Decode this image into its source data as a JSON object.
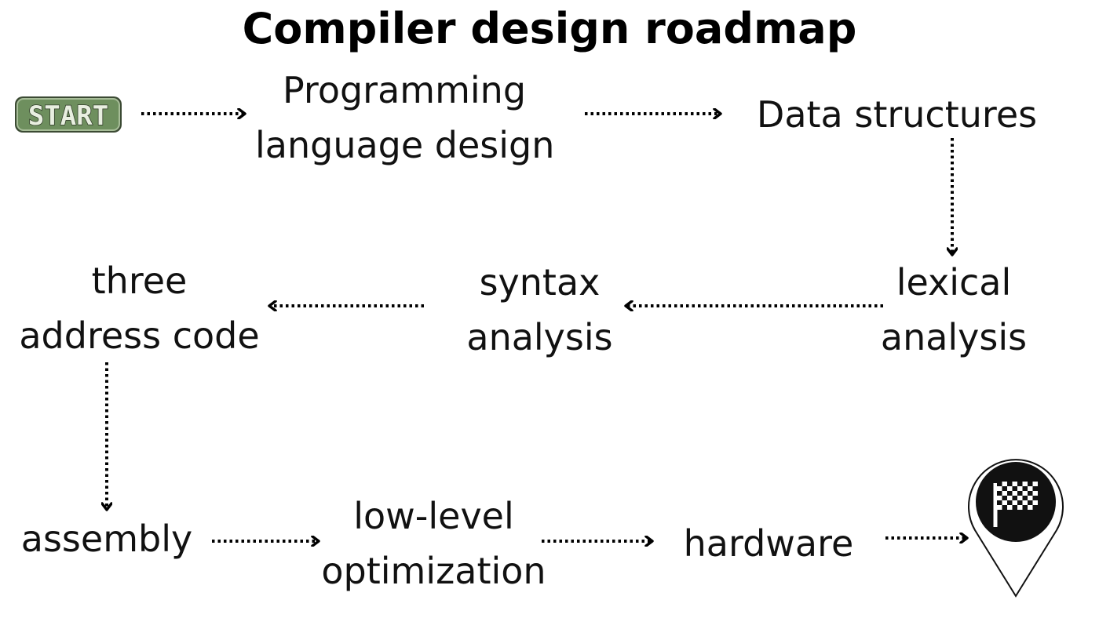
{
  "title": "Compiler design roadmap",
  "start_badge": "START",
  "nodes": {
    "programming_language_design": [
      "Programming",
      "language design"
    ],
    "data_structures": [
      "Data structures"
    ],
    "lexical_analysis": [
      "lexical",
      "analysis"
    ],
    "syntax_analysis": [
      "syntax",
      "analysis"
    ],
    "three_address_code": [
      "three",
      "address code"
    ],
    "assembly": [
      "assembly"
    ],
    "low_level_optimization": [
      "low-level",
      "optimization"
    ],
    "hardware": [
      "hardware"
    ]
  },
  "edges": [
    [
      "start",
      "programming_language_design"
    ],
    [
      "programming_language_design",
      "data_structures"
    ],
    [
      "data_structures",
      "lexical_analysis"
    ],
    [
      "lexical_analysis",
      "syntax_analysis"
    ],
    [
      "syntax_analysis",
      "three_address_code"
    ],
    [
      "three_address_code",
      "assembly"
    ],
    [
      "assembly",
      "low_level_optimization"
    ],
    [
      "low_level_optimization",
      "hardware"
    ],
    [
      "hardware",
      "finish"
    ]
  ],
  "icons": {
    "start": "start-badge-icon",
    "finish": "finish-flag-pin-icon"
  },
  "colors": {
    "start_badge_fill": "#6e8f5e",
    "start_badge_border": "#3b4a33",
    "start_badge_text": "#e8efe0",
    "pin_fill": "#111111",
    "arrow": "#000000"
  }
}
